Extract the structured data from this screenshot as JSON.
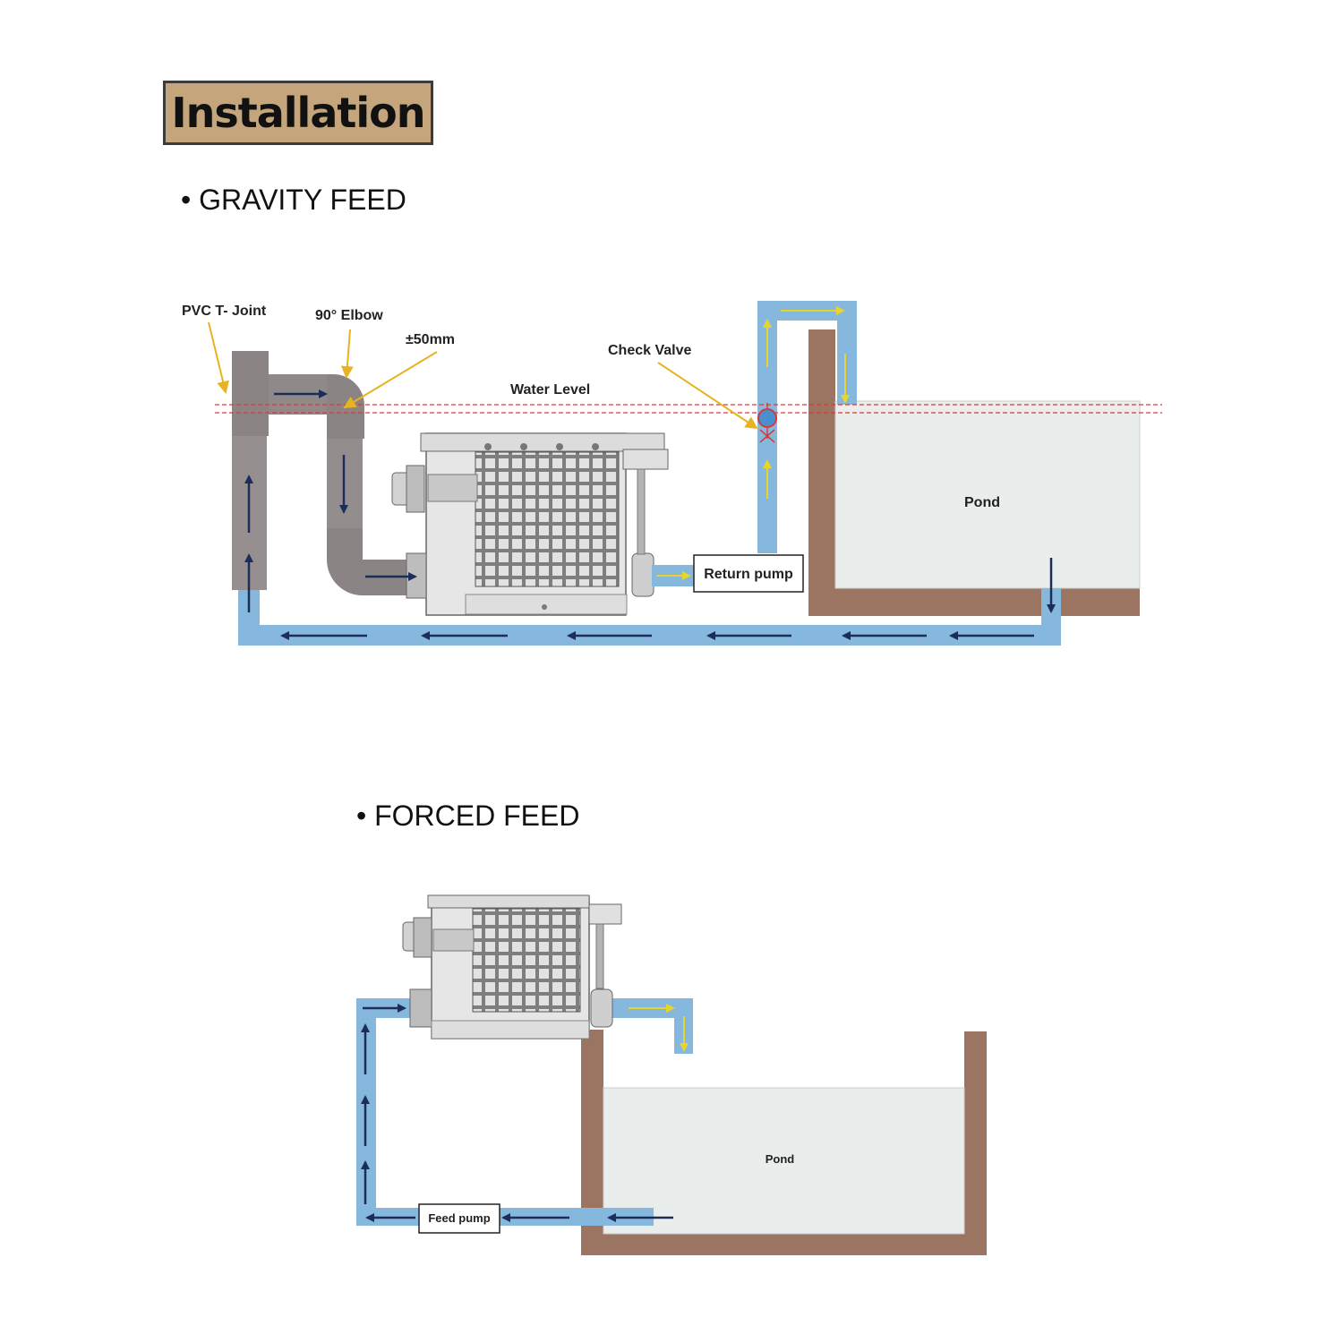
{
  "title": "Installation",
  "gravity": {
    "heading": "• GRAVITY FEED",
    "labels": {
      "tjoint": "PVC T- Joint",
      "elbow": "90° Elbow",
      "offset": "±50mm",
      "check_valve": "Check Valve",
      "water_level": "Water Level",
      "return_pump": "Return pump",
      "pond": "Pond"
    }
  },
  "forced": {
    "heading": "• FORCED FEED",
    "labels": {
      "feed_pump": "Feed pump",
      "pond": "Pond"
    }
  },
  "colors": {
    "pipe_blue": "#86b8de",
    "pvc_grey": "#8f8989",
    "pond_wall": "#9c7462",
    "pond_water": "#e9eeec",
    "flow_arrow_dark": "#1c2d5a",
    "flow_arrow_yellow": "#e8d42a",
    "callout_yellow": "#e8b322",
    "water_level_red": "#d83a3a",
    "title_bg": "#c4a57c"
  }
}
